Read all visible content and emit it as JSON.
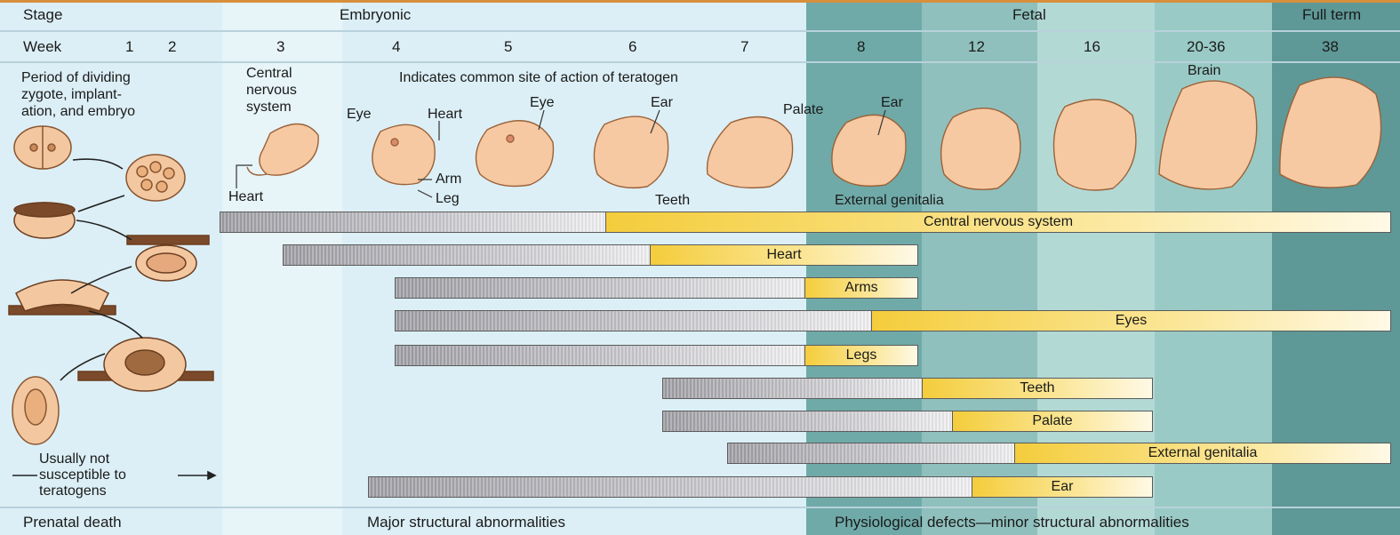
{
  "colors": {
    "embryonic_bg": "#dceff6",
    "fetal_bg": "#b8dad6",
    "fetal_dark": "#6faaa8",
    "full_term_bg": "#5e9897",
    "frame": "#d88f3c",
    "major_bar": "#a6a6ab",
    "minor_bar": "#f4cd3c",
    "embryo": "#f6c9a2"
  },
  "header": {
    "stage_label": "Stage",
    "embryonic_label": "Embryonic",
    "fetal_label": "Fetal",
    "full_term_label": "Full term",
    "week_label": "Week",
    "weeks": [
      "1",
      "2",
      "3",
      "4",
      "5",
      "6",
      "7",
      "8",
      "12",
      "16",
      "20-36",
      "38"
    ]
  },
  "left_panel": {
    "period_text": [
      "Period of dividing",
      "zygote, implant-",
      "ation, and embryo"
    ],
    "not_susceptible": [
      "Usually not",
      "susceptible to",
      "teratogens"
    ]
  },
  "legend_text": "Indicates common site of action of teratogen",
  "site_labels": {
    "cns": [
      "Central",
      "nervous",
      "system"
    ],
    "heart_w3": "Heart",
    "eye_w4": "Eye",
    "heart_w4": "Heart",
    "eye_w5": "Eye",
    "arm": "Arm",
    "leg": "Leg",
    "ear_w6": "Ear",
    "teeth": "Teeth",
    "palate": "Palate",
    "ear_w8": "Ear",
    "external_genitalia": "External genitalia",
    "brain": "Brain"
  },
  "bars": [
    {
      "label": "Central nervous system",
      "start_week": "3",
      "switch_week": "6",
      "end_week": "38"
    },
    {
      "label": "Heart",
      "start_week": "3",
      "switch_week": "6",
      "end_week": "8"
    },
    {
      "label": "Arms",
      "start_week": "4",
      "switch_week": "7",
      "end_week": "8"
    },
    {
      "label": "Eyes",
      "start_week": "4",
      "switch_week": "8",
      "end_week": "38"
    },
    {
      "label": "Legs",
      "start_week": "4",
      "switch_week": "7",
      "end_week": "8"
    },
    {
      "label": "Teeth",
      "start_week": "6",
      "switch_week": "8",
      "end_week": "16"
    },
    {
      "label": "Palate",
      "start_week": "6",
      "switch_week": "12",
      "end_week": "16"
    },
    {
      "label": "External genitalia",
      "start_week": "7",
      "switch_week": "12",
      "end_week": "38"
    },
    {
      "label": "Ear",
      "start_week": "4",
      "switch_week": "12",
      "end_week": "16"
    }
  ],
  "footer": {
    "prenatal_death": "Prenatal death",
    "major_abnormalities": "Major structural abnormalities",
    "physiological": "Physiological defects—minor structural abnormalities"
  }
}
